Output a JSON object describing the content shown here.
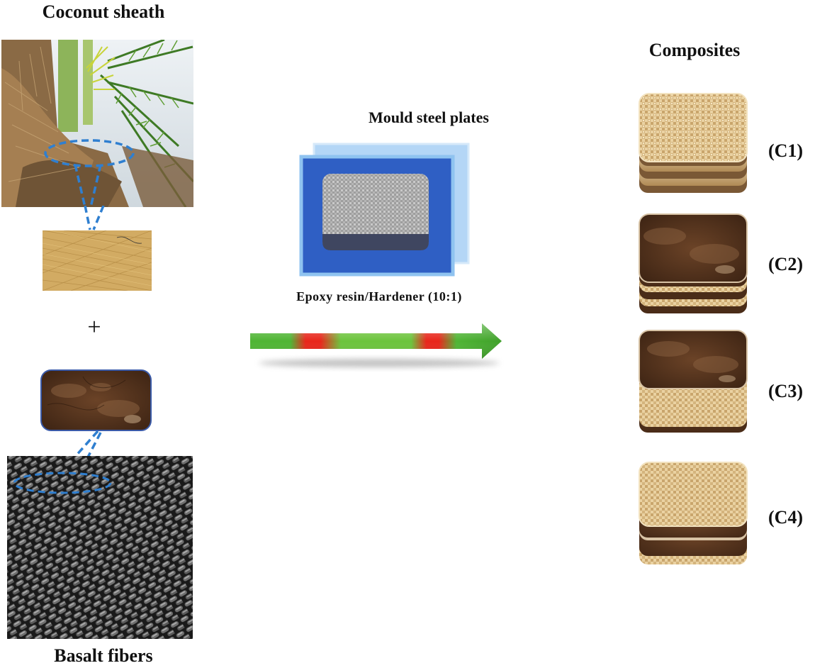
{
  "labels": {
    "coconut_sheath": "Coconut sheath",
    "basalt_fibers": "Basalt fibers",
    "plus": "+",
    "mould_steel_plates": "Mould steel plates",
    "epoxy": "Epoxy resin/Hardener (10:1)",
    "composites": "Composites"
  },
  "composites": [
    {
      "label": "(C1)"
    },
    {
      "label": "(C2)"
    },
    {
      "label": "(C3)"
    },
    {
      "label": "(C4)"
    }
  ],
  "colors": {
    "mould_blue": "#2f5fc4",
    "mould_light": "#8fc3f0",
    "arrow_green": "#4fb534",
    "arrow_red": "#e8261b",
    "dashed_blue": "#2f7fd0",
    "coconut_mat": "#d9b46a",
    "basalt_brown": "#4a2c18"
  }
}
